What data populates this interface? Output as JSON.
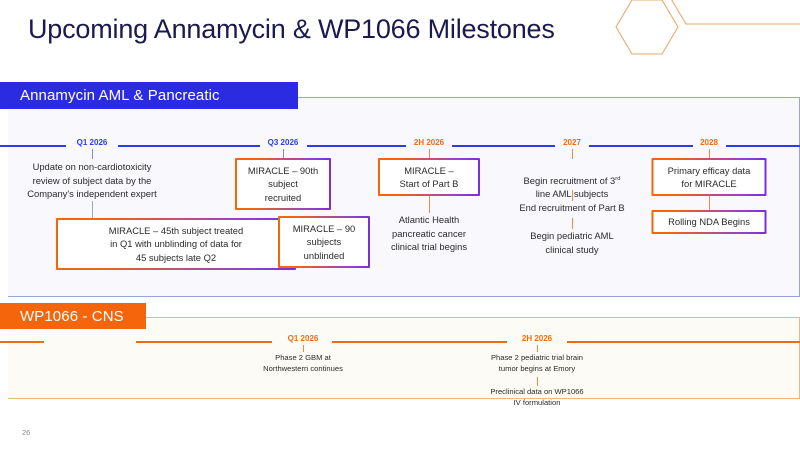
{
  "slide": {
    "title": "Upcoming Annamycin & WP1066 Milestones",
    "page_number": "26"
  },
  "colors": {
    "title": "#1a1a4e",
    "annamycin_blue": "#2b2be2",
    "timeline_blue": "#2b3fe0",
    "wp1066_orange": "#f4650c",
    "timeline_orange": "#ef6c15",
    "box_gradient_start": "#f4650c",
    "box_gradient_end": "#7b2fd6",
    "panel_blue_bg": "#f8f8fd",
    "panel_orange_bg": "#fdfbf5"
  },
  "sections": [
    {
      "id": "annamycin",
      "tab_label": "Annamycin AML & Pancreatic",
      "milestones": [
        {
          "label": "Q1 2026",
          "label_color": "blue",
          "items": [
            {
              "kind": "text",
              "text": "Update on non-cardiotoxicity\nreview of subject data by the\nCompany's independent expert"
            },
            {
              "kind": "box",
              "text": "MIRACLE – 45th subject treated\nin Q1 with unblinding of data for\n45 subjects late Q2"
            }
          ]
        },
        {
          "label": "Q3 2026",
          "label_color": "blue",
          "items": [
            {
              "kind": "box",
              "text": "MIRACLE – 90th\nsubject\nrecruited"
            },
            {
              "kind": "box",
              "text": "MIRACLE – 90\nsubjects\nunblinded"
            }
          ]
        },
        {
          "label": "2H 2026",
          "label_color": "orange",
          "items": [
            {
              "kind": "box",
              "text": "MIRACLE –\nStart of Part B"
            },
            {
              "kind": "text",
              "text": "Atlantic Health\npancreatic cancer\nclinical trial begins"
            }
          ]
        },
        {
          "label": "2027",
          "label_color": "orange",
          "items": [
            {
              "kind": "text",
              "text": "Begin recruitment of 3rd\nline AML subjects",
              "superscript": "rd"
            },
            {
              "kind": "text",
              "text": "End recruitment of Part B"
            },
            {
              "kind": "text",
              "text": "Begin pediatric AML\nclinical study"
            }
          ]
        },
        {
          "label": "2028",
          "label_color": "orange",
          "items": [
            {
              "kind": "box",
              "text": "Primary efficay data\nfor MIRACLE"
            },
            {
              "kind": "box",
              "text": "Rolling NDA Begins"
            }
          ]
        }
      ]
    },
    {
      "id": "wp1066",
      "tab_label": "WP1066 - CNS",
      "milestones": [
        {
          "label": "Q1 2026",
          "label_color": "orange",
          "items": [
            {
              "kind": "text",
              "text": "Phase 2 GBM at\nNorthwestern continues"
            }
          ]
        },
        {
          "label": "2H 2026",
          "label_color": "orange",
          "items": [
            {
              "kind": "text",
              "text": "Phase 2 pediatric trial brain\ntumor begins at Emory"
            },
            {
              "kind": "text",
              "text": "Preclinical data on WP1066\nIV formulation"
            }
          ]
        }
      ]
    }
  ]
}
